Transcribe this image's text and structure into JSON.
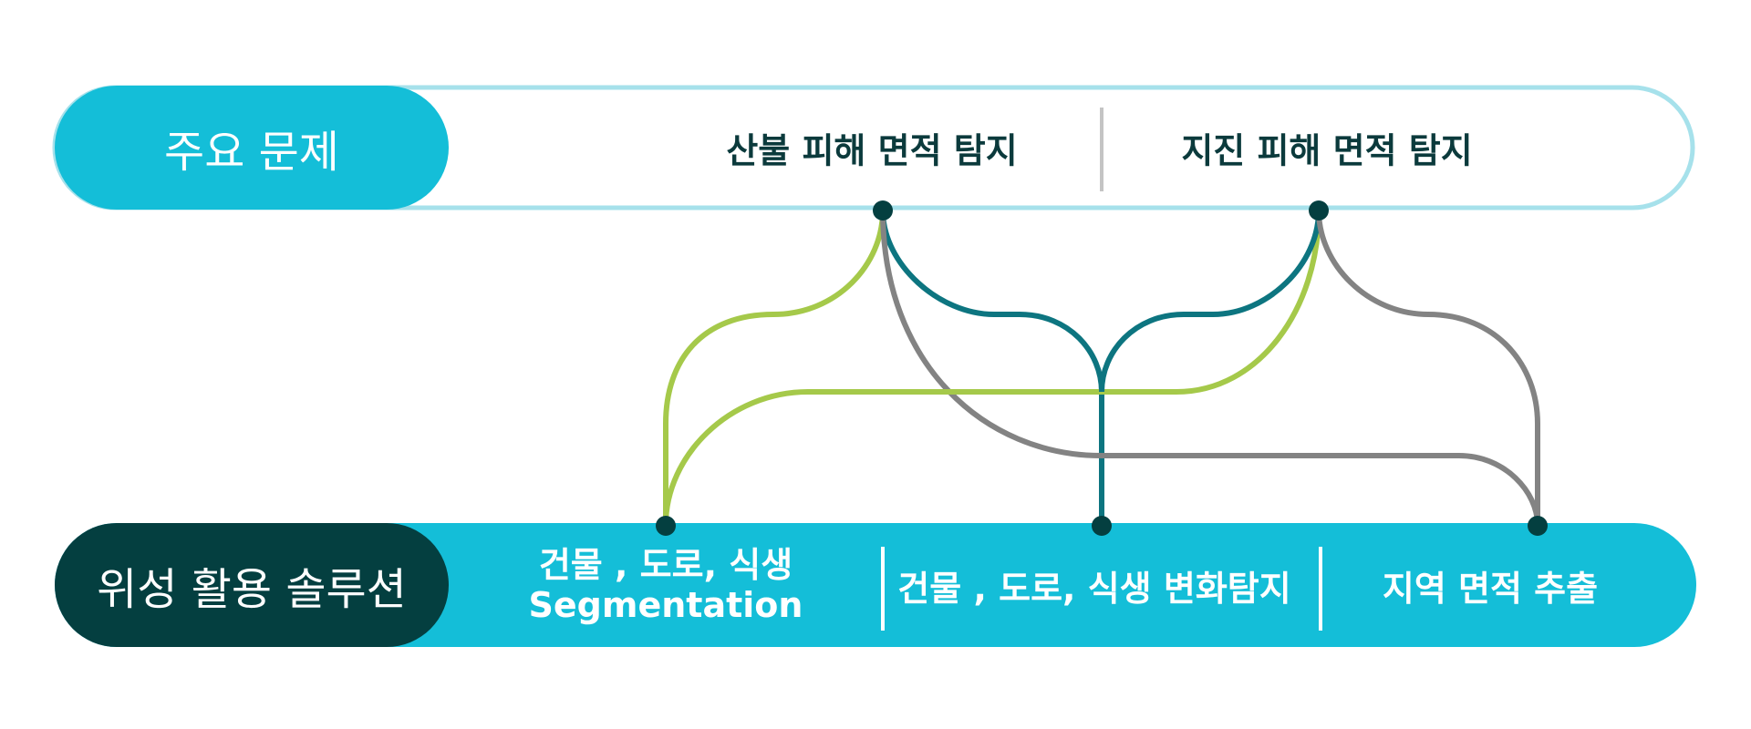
{
  "colors": {
    "accent": "#14bed8",
    "accent_light": "#a6e1eb",
    "dark": "#043f40",
    "green": "#a5c94a",
    "teal": "#0d7580",
    "gray": "#838383",
    "divider_top": "#c4c4c4",
    "divider_bottom": "#ffffff"
  },
  "top": {
    "label": "주요 문제",
    "problems": [
      {
        "label": "산불 피해 면적 탐지"
      },
      {
        "label": "지진 피해 면적 탐지"
      }
    ]
  },
  "bottom": {
    "label": "위성 활용 솔루션",
    "solutions": [
      {
        "line1": "건물 , 도로, 식생",
        "line2": "Segmentation"
      },
      {
        "line1": "건물 , 도로, 식생 변화탐지",
        "line2": ""
      },
      {
        "line1": "지역 면적 추출",
        "line2": ""
      }
    ]
  },
  "links": [
    {
      "from": 0,
      "to": 0,
      "color": "green"
    },
    {
      "from": 0,
      "to": 1,
      "color": "teal"
    },
    {
      "from": 0,
      "to": 2,
      "color": "gray"
    },
    {
      "from": 1,
      "to": 0,
      "color": "green"
    },
    {
      "from": 1,
      "to": 1,
      "color": "teal"
    },
    {
      "from": 1,
      "to": 2,
      "color": "gray"
    }
  ]
}
